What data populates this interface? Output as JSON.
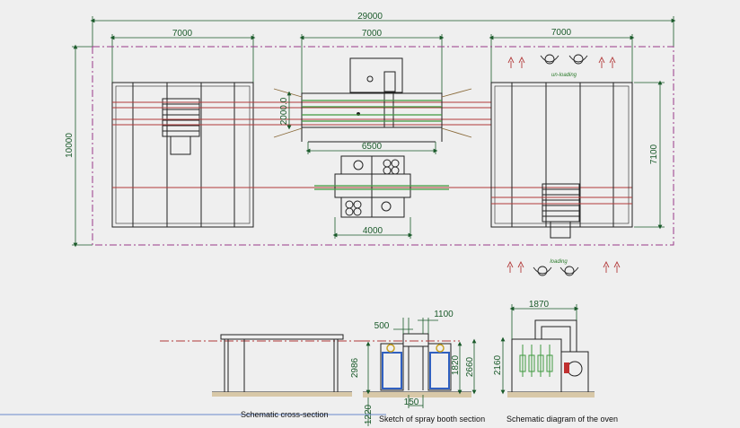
{
  "plan_dimensions": {
    "overall_width": "29000",
    "overall_height": "10000",
    "left_room_width": "7000",
    "spray_booth_width": "7000",
    "right_room_width": "7000",
    "right_room_height": "7100",
    "booth_inner_width": "6500",
    "booth_depth": "2000.0",
    "lower_booth_width": "4000"
  },
  "plan_labels": {
    "unloading": "un-loading",
    "loading": "loading"
  },
  "section_dimensions": {
    "booth_top_width_a": "500",
    "booth_top_width_b": "1100",
    "booth_height_left": "2986",
    "booth_height_inner": "1820",
    "booth_height_right": "2660",
    "booth_pit_depth": "1220",
    "booth_pit_width": "150",
    "oven_width": "1870",
    "oven_height": "2160"
  },
  "captions": {
    "cross_section": "Schematic cross-section",
    "spray_booth_section": "Sketch of spray booth section",
    "oven": "Schematic diagram of the oven"
  },
  "colors": {
    "background": "#efefef",
    "line": "#222222",
    "dimension": "#1a5a2a",
    "boundary": "#9a3a8a",
    "conveyor_red": "#b23a3a",
    "conveyor_green": "#3f9a3f"
  }
}
